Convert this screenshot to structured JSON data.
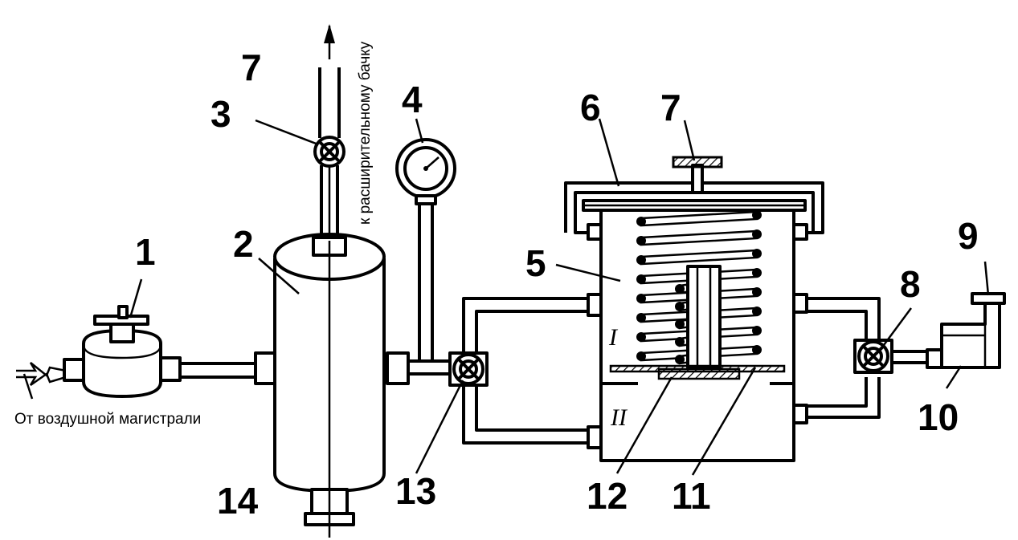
{
  "labels": {
    "n1": "1",
    "n2": "2",
    "n3": "3",
    "n4": "4",
    "n5": "5",
    "n6": "6",
    "n7_left": "7",
    "n7_right": "7",
    "n8": "8",
    "n9": "9",
    "n10": "10",
    "n11": "11",
    "n12": "12",
    "n13": "13",
    "n14": "14"
  },
  "captions": {
    "air_main": "От воздушной магистрали",
    "expansion_tank": "к расширительному бачку"
  },
  "chambers": {
    "upper": "I",
    "lower": "II"
  }
}
